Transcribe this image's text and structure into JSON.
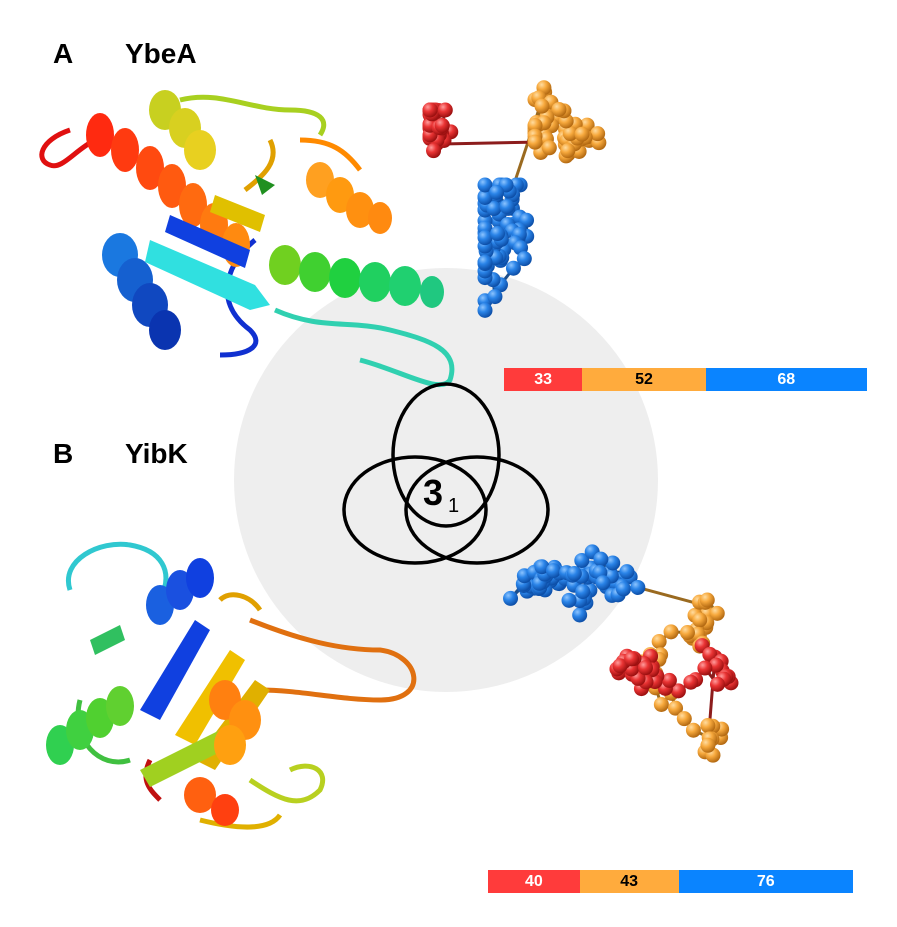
{
  "colors": {
    "red": "#ff3b3b",
    "orange": "#ffab3d",
    "blue": "#0a84ff",
    "bead_blue": "#2a84e8",
    "bead_orange": "#f7a93d",
    "bead_red": "#ea3434",
    "backdrop": "#eeeeee"
  },
  "panel_a": {
    "letter": "A",
    "protein": "YbeA",
    "segments": [
      {
        "value": "33",
        "color": "red",
        "length": 33
      },
      {
        "value": "52",
        "color": "orange",
        "length": 52
      },
      {
        "value": "68",
        "color": "blue",
        "length": 68
      }
    ]
  },
  "panel_b": {
    "letter": "B",
    "protein": "YibK",
    "segments": [
      {
        "value": "40",
        "color": "red",
        "length": 40
      },
      {
        "value": "43",
        "color": "orange",
        "length": 43
      },
      {
        "value": "76",
        "color": "blue",
        "length": 76
      }
    ]
  },
  "knot": {
    "main": "3",
    "subscript": "1"
  }
}
